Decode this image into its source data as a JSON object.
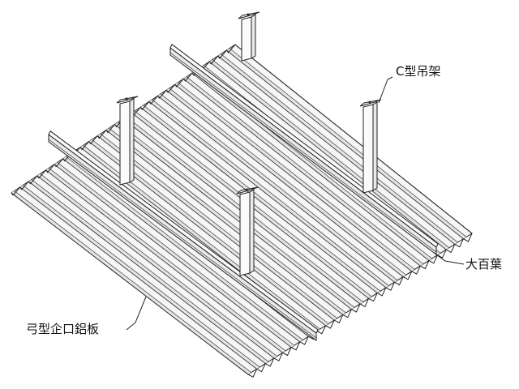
{
  "labels": {
    "c_hanger": "C型吊架",
    "main_runner": "大百葉",
    "panel": "弓型企口鋁板"
  },
  "colors": {
    "line": "#222222",
    "panel_fill": "#f6f6f6",
    "panel_shade": "#e4e4e4",
    "steel_fill": "#fbfbfb",
    "steel_side": "#e9e9e9",
    "background": "#ffffff"
  }
}
